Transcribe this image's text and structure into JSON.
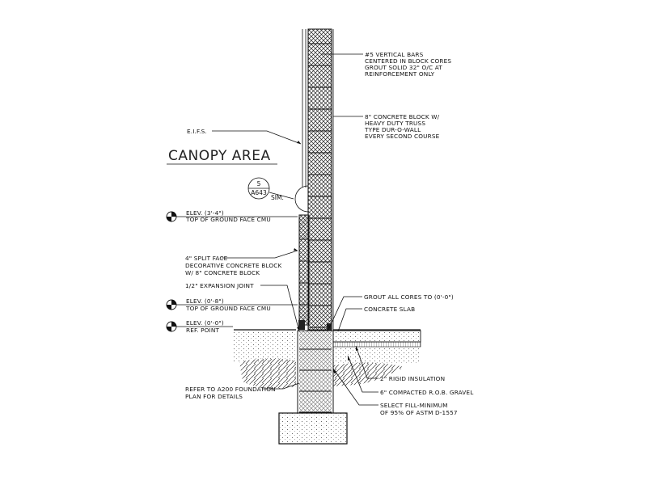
{
  "title": "CANOPY AREA",
  "section_callout": {
    "number": "5",
    "sheet": "A643",
    "suffix": "SIM."
  },
  "elevations": [
    {
      "line1": "ELEV. (3'-4\")",
      "line2": "TOP OF GROUND FACE CMU"
    },
    {
      "line1": "ELEV. (0'-8\")",
      "line2": "TOP OF GROUND FACE CMU"
    },
    {
      "line1": "ELEV. (0'-0\")",
      "line2": "REF. POINT"
    }
  ],
  "notes_left": {
    "eifs": "E.I.F.S.",
    "split_face": [
      "4\" SPLIT FACE",
      "DECORATIVE CONCRETE BLOCK",
      "W/ 8\" CONCRETE BLOCK"
    ],
    "expansion": "1/2\" EXPANSION JOINT",
    "foundation": [
      "REFER TO A200 FOUNDATION",
      "PLAN FOR DETAILS"
    ]
  },
  "notes_right": {
    "vertical_bars": [
      "#5 VERTICAL BARS",
      "CENTERED IN BLOCK CORES",
      "GROUT SOLID 32\" O/C AT",
      "REINFORCEMENT ONLY"
    ],
    "concrete_block": [
      "8\" CONCRETE BLOCK W/",
      "HEAVY DUTY TRUSS",
      "TYPE DUR-O-WALL",
      "EVERY SECOND COURSE"
    ],
    "grout": "GROUT ALL CORES TO (0'-0\")",
    "slab": "CONCRETE SLAB",
    "insulation": "2\" RIGID INSULATION",
    "gravel": "6\" COMPACTED R.O.B. GRAVEL",
    "fill": [
      "SELECT FILL-MINIMUM",
      "OF 95% OF ASTM D-1557"
    ]
  }
}
